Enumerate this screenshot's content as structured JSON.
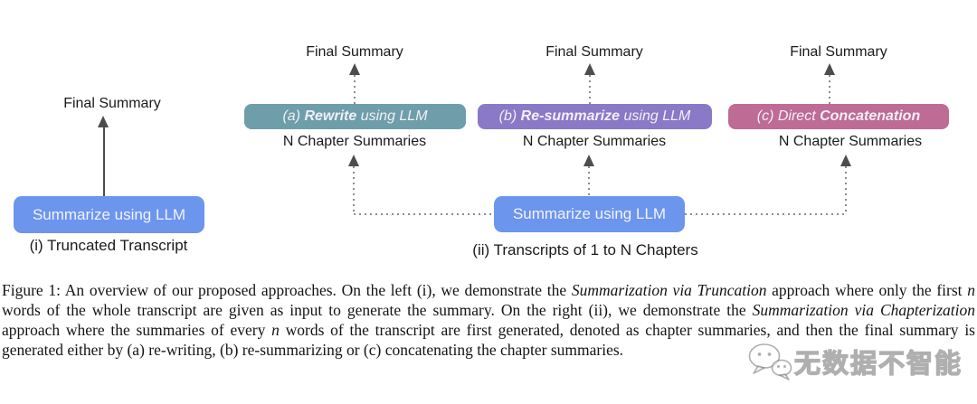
{
  "figure": {
    "colors": {
      "approach_a": "#6E9EA9",
      "approach_b": "#8A79C7",
      "approach_c": "#BE6B96",
      "llm_box": "#6C96EE",
      "arrow": "#4D4D4D",
      "dotted_line": "#8C8C8C",
      "box_text": "#F4F2FA",
      "label_text": "#1A1A1A"
    },
    "left": {
      "final_label": "Final Summary",
      "box_label": "Summarize using LLM",
      "caption_label": "(i) Truncated Transcript"
    },
    "right": {
      "approaches": [
        {
          "final_label": "Final Summary",
          "pre": "(a) ",
          "bold": "Rewrite",
          "post": " using LLM",
          "sublabel": "N Chapter Summaries"
        },
        {
          "final_label": "Final Summary",
          "pre": "(b) ",
          "bold": "Re-summarize",
          "post": " using LLM",
          "sublabel": "N Chapter Summaries"
        },
        {
          "final_label": "Final Summary",
          "pre": "(c) Direct ",
          "bold": "Concatenation",
          "post": "",
          "sublabel": "N Chapter Summaries"
        }
      ],
      "box_label": "Summarize using LLM",
      "caption_label": "(ii) Transcripts of 1 to N Chapters"
    }
  },
  "caption": {
    "segments": [
      {
        "text": "Figure 1:  ",
        "style": "normal"
      },
      {
        "text": "An overview of our proposed approaches. On the left (i), we demonstrate the ",
        "style": "normal"
      },
      {
        "text": "Summarization via Truncation",
        "style": "italic"
      },
      {
        "text": " approach where only the first ",
        "style": "normal"
      },
      {
        "text": "n",
        "style": "italic"
      },
      {
        "text": " words of the whole transcript are given as input to generate the summary. On the right (ii), we demonstrate the ",
        "style": "normal"
      },
      {
        "text": "Summarization via Chapterization",
        "style": "italic"
      },
      {
        "text": " approach where the summaries of every ",
        "style": "normal"
      },
      {
        "text": "n",
        "style": "italic"
      },
      {
        "text": " words of the transcript are first generated, denoted as chapter summaries, and then the final summary is generated either by (a) re-writing, (b) re-summarizing or (c) concatenating the chapter summaries.",
        "style": "normal"
      }
    ]
  },
  "watermark": {
    "icon": "wechat-chat-bubbles-icon",
    "text": "无数据不智能"
  }
}
